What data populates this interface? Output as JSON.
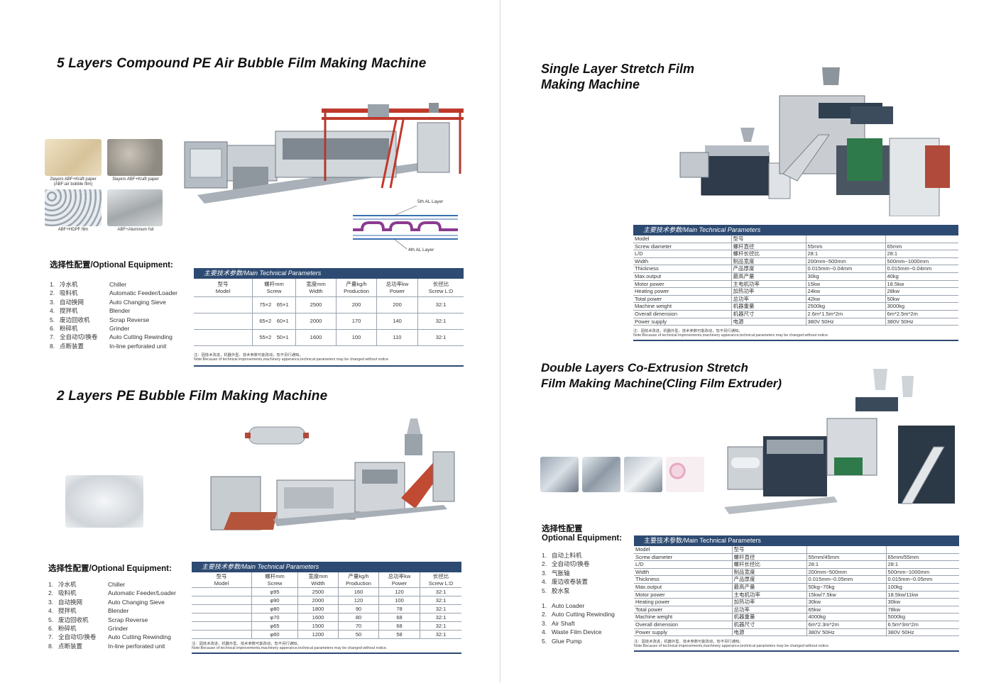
{
  "left_page": {
    "section1": {
      "title": "5 Layers Compound PE Air Bubble Film Making Machine",
      "thumbs": [
        {
          "caption_l1": "2layers ABF+Kraft paper",
          "caption_l2": "(ABF:air bubble film)"
        },
        {
          "caption_l1": "3layers ABF+Kraft paper",
          "caption_l2": ""
        },
        {
          "caption_l1": "ABF+HDPF film",
          "caption_l2": ""
        },
        {
          "caption_l1": "ABF+Aluminum foil",
          "caption_l2": ""
        }
      ],
      "layer_diagram": {
        "top_label": "5th AL Layer",
        "bottom_label": "4th AL Layer"
      },
      "optional_title": "选择性配置/Optional Equipment:",
      "optional_items": [
        {
          "num": "1.",
          "cn": "冷水机",
          "en": "Chiller"
        },
        {
          "num": "2.",
          "cn": "吸料机",
          "en": "Automatic Feeder/Loader"
        },
        {
          "num": "3.",
          "cn": "自动换网",
          "en": "Auto Changing Sieve"
        },
        {
          "num": "4.",
          "cn": "搅拌机",
          "en": "Blender"
        },
        {
          "num": "5.",
          "cn": "废边回收机",
          "en": "Scrap Reverse"
        },
        {
          "num": "6.",
          "cn": "粉碎机",
          "en": "Grinder"
        },
        {
          "num": "7.",
          "cn": "全自动切/换卷",
          "en": "Auto Cutting Rewinding"
        },
        {
          "num": "8.",
          "cn": "点断装置",
          "en": "In-line perforated unit"
        }
      ],
      "table_title": "主要技术参数/Main Technical Parameters",
      "table_headers": [
        {
          "cn": "型号",
          "en": "Model"
        },
        {
          "cn": "螺杆mm",
          "en": "Screw"
        },
        {
          "cn": "宽度mm",
          "en": "Width"
        },
        {
          "cn": "产量kg/h",
          "en": "Production"
        },
        {
          "cn": "总功率kw",
          "en": "Power"
        },
        {
          "cn": "长径比",
          "en": "Screw L:D"
        }
      ],
      "table_rows": [
        [
          "",
          "75×2　65×1",
          "2500",
          "200",
          "200",
          "32:1"
        ],
        [
          "",
          "65×2　60×1",
          "2000",
          "170",
          "140",
          "32:1"
        ],
        [
          "",
          "55×2　50×1",
          "1600",
          "100",
          "110",
          "32:1"
        ]
      ],
      "note_cn": "注：因技术改进，机器外型、技术参数可能改动，恕不另行通知。",
      "note_en": "Note:Because of technical improvements,machinery apperance,technical parameters may be changed without notice."
    },
    "section2": {
      "title": "2 Layers PE Bubble Film Making Machine",
      "optional_title": "选择性配置/Optional Equipment:",
      "optional_items": [
        {
          "num": "1.",
          "cn": "冷水机",
          "en": "Chiller"
        },
        {
          "num": "2.",
          "cn": "吸料机",
          "en": "Automatic Feeder/Loader"
        },
        {
          "num": "3.",
          "cn": "自动换网",
          "en": "Auto Changing Sieve"
        },
        {
          "num": "4.",
          "cn": "搅拌机",
          "en": "Blender"
        },
        {
          "num": "5.",
          "cn": "废边回收机",
          "en": "Scrap Reverse"
        },
        {
          "num": "6.",
          "cn": "粉碎机",
          "en": "Grinder"
        },
        {
          "num": "7.",
          "cn": "全自动切/换卷",
          "en": "Auto Cutting Rewinding"
        },
        {
          "num": "8.",
          "cn": "点断装置",
          "en": "In-line perforated unit"
        }
      ],
      "table_title": "主要技术参数/Main Technical Parameters",
      "table_headers": [
        {
          "cn": "型号",
          "en": "Model"
        },
        {
          "cn": "螺杆mm",
          "en": "Screw"
        },
        {
          "cn": "宽度mm",
          "en": "Width"
        },
        {
          "cn": "产量kg/h",
          "en": "Production"
        },
        {
          "cn": "总功率kw",
          "en": "Power"
        },
        {
          "cn": "长径比",
          "en": "Screw L:D"
        }
      ],
      "table_rows": [
        [
          "",
          "φ95",
          "2500",
          "160",
          "120",
          "32:1"
        ],
        [
          "",
          "φ90",
          "2000",
          "120",
          "100",
          "32:1"
        ],
        [
          "",
          "φ80",
          "1800",
          "90",
          "78",
          "32:1"
        ],
        [
          "",
          "φ70",
          "1600",
          "80",
          "68",
          "32:1"
        ],
        [
          "",
          "φ65",
          "1500",
          "70",
          "68",
          "32:1"
        ],
        [
          "",
          "φ60",
          "1200",
          "50",
          "58",
          "32:1"
        ]
      ],
      "note_cn": "注：因技术改进，机器外型、技术参数可能改动，恕不另行通知。",
      "note_en": "Note:Because of technical improvements,machinery apperance,technical parameters may be changed without notice."
    }
  },
  "right_page": {
    "section3": {
      "title_l1": "Single Layer Stretch Film",
      "title_l2": "Making Machine",
      "table_title": "主要技术参数/Main Technical Parameters",
      "rows": [
        [
          "Model",
          "型号",
          "",
          ""
        ],
        [
          "Screw diameter",
          "螺杆直径",
          "55mm",
          "65mm"
        ],
        [
          "L/D",
          "螺杆长径比",
          "28:1",
          "28:1"
        ],
        [
          "Width",
          "制品宽度",
          "200mm~500mm",
          "500mm~1000mm"
        ],
        [
          "Thickness",
          "产品厚度",
          "0.015mm~0.04mm",
          "0.015mm~0.04mm"
        ],
        [
          "Max.output",
          "最高产量",
          "30kg",
          "40kg"
        ],
        [
          "Motor power",
          "主电机功率",
          "15kw",
          "18.5kw"
        ],
        [
          "Heating power",
          "加热功率",
          "24kw",
          "28kw"
        ],
        [
          "Total power",
          "总功率",
          "42kw",
          "50kw"
        ],
        [
          "Machine weight",
          "机器重量",
          "2500kg",
          "3000kg"
        ],
        [
          "Overall dimension",
          "机器尺寸",
          "2.6m*1.5m*2m",
          "6m*2.5m*2m"
        ],
        [
          "Power supply",
          "电源",
          "380V  50Hz",
          "380V  50Hz"
        ]
      ],
      "note_cn": "注：因技术改进，机器外型、技术参数可能改动，恕不另行通知。",
      "note_en": "Note:Because of technical improvements,machinery apperance,technical parameters may be changed without notice."
    },
    "section4": {
      "title_l1": "Double Layers Co-Extrusion Stretch",
      "title_l2": "Film Making Machine(Cling Film Extruder)",
      "optional_title_cn": "选择性配置",
      "optional_title_en": "Optional Equipment:",
      "optional_items_cn": [
        {
          "num": "1.",
          "text": "自动上料机"
        },
        {
          "num": "2.",
          "text": "全自动切/换卷"
        },
        {
          "num": "3.",
          "text": "气胀轴"
        },
        {
          "num": "4.",
          "text": "废边收卷装置"
        },
        {
          "num": "5.",
          "text": "胶水泵"
        }
      ],
      "optional_items_en": [
        {
          "num": "1.",
          "text": "Auto Loader"
        },
        {
          "num": "2.",
          "text": "Auto Cutting Rewinding"
        },
        {
          "num": "3.",
          "text": "Air Shaft"
        },
        {
          "num": "4.",
          "text": "Waste Film Device"
        },
        {
          "num": "5.",
          "text": "Glue Pump"
        }
      ],
      "table_title": "主要技术参数/Main Technical Parameters",
      "rows": [
        [
          "Model",
          "型号",
          "",
          ""
        ],
        [
          "Screw diameter",
          "螺杆直径",
          "55mm/45mm",
          "65mm/55mm"
        ],
        [
          "L/D",
          "螺杆长径比",
          "28:1",
          "28:1"
        ],
        [
          "Width",
          "制品宽度",
          "200mm~500mm",
          "500mm~1000mm"
        ],
        [
          "Thickness",
          "产品厚度",
          "0.015mm~0.05mm",
          "0.015mm~0.05mm"
        ],
        [
          "Max.output",
          "最高产量",
          "50kg~70kg",
          "100kg"
        ],
        [
          "Motor power",
          "主电机功率",
          "15kw/7.5kw",
          "18.5kw/11kw"
        ],
        [
          "Heating power",
          "加热功率",
          "30kw",
          "30kw"
        ],
        [
          "Total power",
          "总功率",
          "65kw",
          "78kw"
        ],
        [
          "Machine weight",
          "机器重量",
          "4000kg",
          "5000kg"
        ],
        [
          "Overall dimension",
          "机器尺寸",
          "6m*2.3m*2m",
          "6.5m*3m*2m"
        ],
        [
          "Power supply",
          "电源",
          "380V  50Hz",
          "380V  50Hz"
        ]
      ],
      "note_cn": "注：因技术改进，机器外型、技术参数可能改动，恕不另行通知。",
      "note_en": "Note:Because of technical improvements,machinery apperance,technical parameters may be changed without notice."
    }
  }
}
